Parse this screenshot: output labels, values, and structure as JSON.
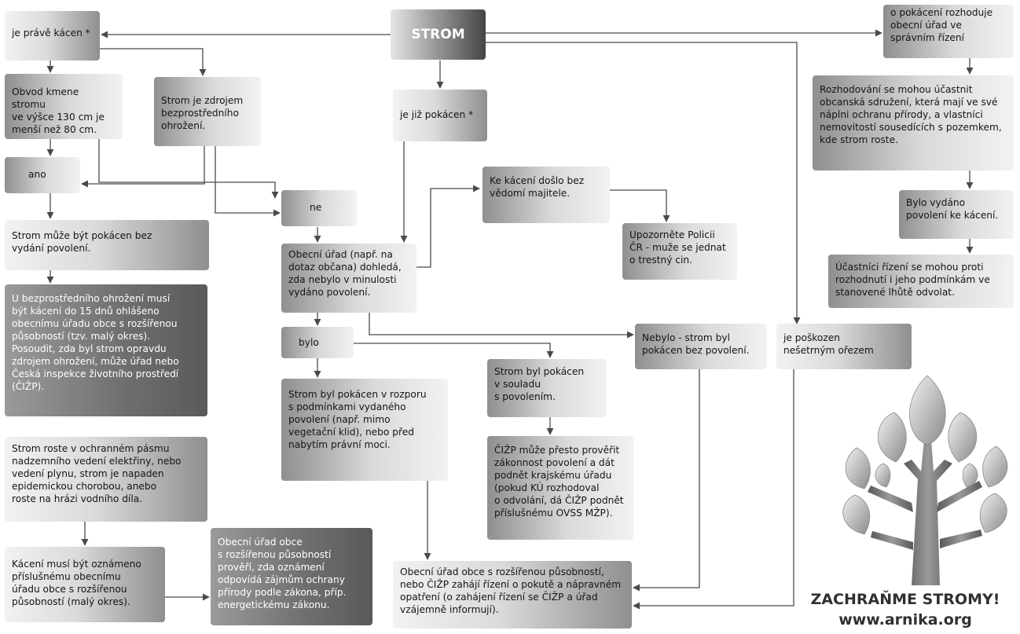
{
  "nodes": {
    "strom": "STROM",
    "je_prave_kacen": "je právě kácen *",
    "obvod": "Obvod kmene stromu\nve výšce 130 cm je\nmenší než 80 cm.",
    "zdroj": "Strom je zdrojem\nbezprostředního\nohrožení.",
    "ano": "ano",
    "ne": "ne",
    "muze_bez_povoleni": "Strom může být pokácen bez\nvydání povolení.",
    "bezprostredni": "U bezprostředního ohrožení musí\nbýt kácení do 15 dnů ohlášeno\nobecnímu úřadu obce s rozšířenou\npůsobností (tzv. malý okres).\nPosoudit, zda byl strom opravdu\nzdrojem ohrožení, může úřad nebo\nČeská inspekce životního prostředí\n(ČIŽP).",
    "ochranne_pasmo": "Strom roste v ochranném pásmu\nnadzemního vedení elektřiny, nebo\nvedení plynu, strom je napaden\nepidemickou chorobou, anebo\nroste na hrázi vodního díla.",
    "oznameno": "Kácení musí být oznámeno\npříslušnému obecnímu\núřadu obce s rozšířenou\npůsobností (malý okres).",
    "preveri": "Obecní úřad obce\ns rozšířenou působností\nprověří, zda oznámení\nodpovídá zájmům ochrany\npřírody podle zákona, příp.\nenergetickému zákonu.",
    "je_jiz_pokacen": "je již pokácen *",
    "dohleda": "Obecní úřad (např. na\ndotaz občana) dohledá,\nzda nebylo v minulosti\nvydáno povolení.",
    "bylo": "bylo",
    "v_rozporu": "Strom byl pokácen v rozporu\ns podmínkami vydaného\npovolení (např. mimo\nvegetační klid), nebo před\nnabytím právní moci.",
    "v_souladu": "Strom byl pokácen\nv souladu\ns povolením.",
    "cizp_preverit": "ČIŽP může přesto prověřit\nzákonnost povolení a dát\npodnět krajskému úřadu\n(pokud KÚ rozhodoval\no odvolání, dá ČIŽP podnět\npříslušnému OVSS MŽP).",
    "bez_vedomi": "Ke kácení došlo bez\nvědomí majitele.",
    "policie": "Upozorněte Policii\nČR - muže se jednat\no trestný cin.",
    "nebylo": "Nebylo - strom byl\npokácen bez povolení.",
    "rizeni_pokuta": "Obecní úřad obce s rozšířenou působností,\nnebo ČIŽP zahájí řízení o pokutě a nápravném\nopatření (o zahájení řízení se ČIŽP a úřad\nvzájemně informují).",
    "rozhoduje": "o pokácení rozhoduje\nobecní úřad ve\nsprávním řízení",
    "ucastnit": "Rozhodování se mohou účastnit\nobcanská sdružení, která mají ve své\nnáplni ochranu přírody, a vlastníci\nnemovitostí sousedících s pozemkem,\nkde strom roste.",
    "vydano": "Bylo vydáno\npovolení ke kácení.",
    "odvolat": "Účastníci řízení se mohou proti\nrozhodnutí i jeho podmínkám ve\nstanovené lhůtě odvolat.",
    "poskozen": "je poškozen\nnešetrným ořezem"
  },
  "footer": {
    "slogan": "ZACHRAŇME STROMY!",
    "url": "www.arnika.org"
  },
  "colors": {
    "line": "#4a4a4a",
    "trunk": "#7a7a7a",
    "leaf": "#b5b5b5"
  }
}
